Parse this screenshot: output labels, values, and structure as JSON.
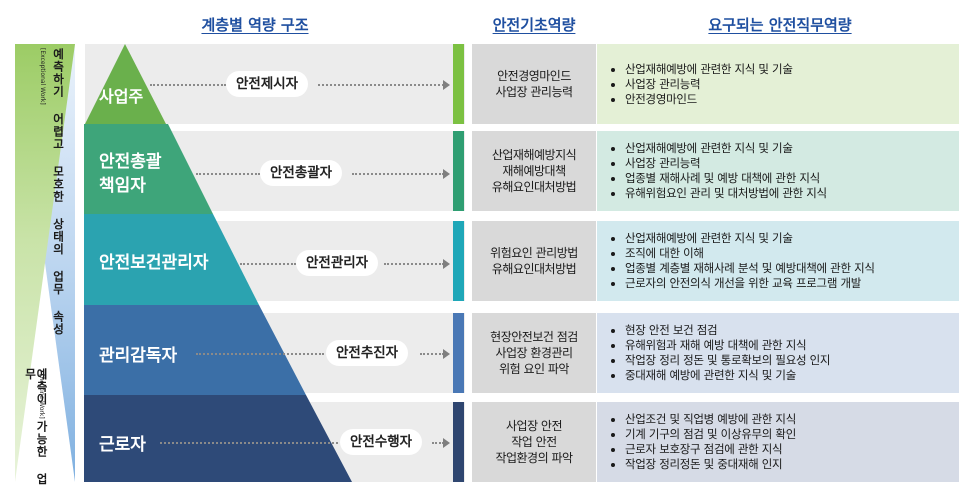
{
  "headers": {
    "structure": "계층별 역량 구조",
    "basic": "안전기초역량",
    "required": "요구되는 안전직무역량"
  },
  "side": {
    "top_label": "예측하기 어렵고 모호한 상태의 업무 속성",
    "top_sub": "[Exceptional Work]",
    "bottom_label": "예측이 가능한 업무",
    "bottom_sub": "[Routine Work]"
  },
  "levels": [
    {
      "name": [
        "사업주"
      ],
      "role": "안전제시자",
      "color": "#6ab04c",
      "bar_color": "#7cc142",
      "req_bg": "#e4f0d6",
      "basic": [
        "안전경영마인드",
        "사업장 관리능력"
      ],
      "required": [
        "산업재해예방에 관련한 지식 및 기술",
        "사업장 관리능력",
        "안전경영마인드"
      ]
    },
    {
      "name": [
        "안전총괄",
        "책임자"
      ],
      "role": "안전총괄자",
      "color": "#3ea57a",
      "bar_color": "#2f9e72",
      "req_bg": "#d3eae2",
      "basic": [
        "산업재해예방지식",
        "재해예방대책",
        "유해요인대처방법"
      ],
      "required": [
        "산업재해예방에 관련한 지식 및 기술",
        "사업장 관리능력",
        "업종별 재해사례 및 예방 대책에 관한 지식",
        "유해위험요인 관리 및 대처방법에 관한 지식"
      ]
    },
    {
      "name": [
        "안전보건관리자"
      ],
      "role": "안전관리자",
      "color": "#2ba3b0",
      "bar_color": "#1fa7b8",
      "req_bg": "#d2e9ee",
      "basic": [
        "위험요인 관리방법",
        "유해요인대처방법"
      ],
      "required": [
        "산업재해예방에 관련한 지식 및 기술",
        "조직에 대한 이해",
        "업종별 계층별 재해사례 분석 및 예방대책에 관한 지식",
        "근로자의 안전의식 개선을 위한 교육 프로그램 개발"
      ]
    },
    {
      "name": [
        "관리감독자"
      ],
      "role": "안전추진자",
      "color": "#3b6fa7",
      "bar_color": "#4a78b5",
      "req_bg": "#d8e1ee",
      "basic": [
        "현장안전보건 점검",
        "사업장 환경관리",
        "위험 요인 파악"
      ],
      "required": [
        "현장 안전 보건 점검",
        "유해위험과 재해 예방 대책에 관한 지식",
        "작업장 정리 정돈 및 통로확보의 필요성 인지",
        "중대재해 예방에 관련한 지식 및 기술"
      ]
    },
    {
      "name": [
        "근로자"
      ],
      "role": "안전수행자",
      "color": "#2e4a78",
      "bar_color": "#2f4670",
      "req_bg": "#d6dbe6",
      "basic": [
        "사업장 안전",
        "작업 안전",
        "작업환경의 파악"
      ],
      "required": [
        "산업조건 및 직업병 예방에 관한 지식",
        "기계 기구의 점검 및 이상유무의 확인",
        "근로자 보호장구 점검에 관한 지식",
        "작업장 정리정돈 및 중대재해 인지"
      ]
    }
  ]
}
